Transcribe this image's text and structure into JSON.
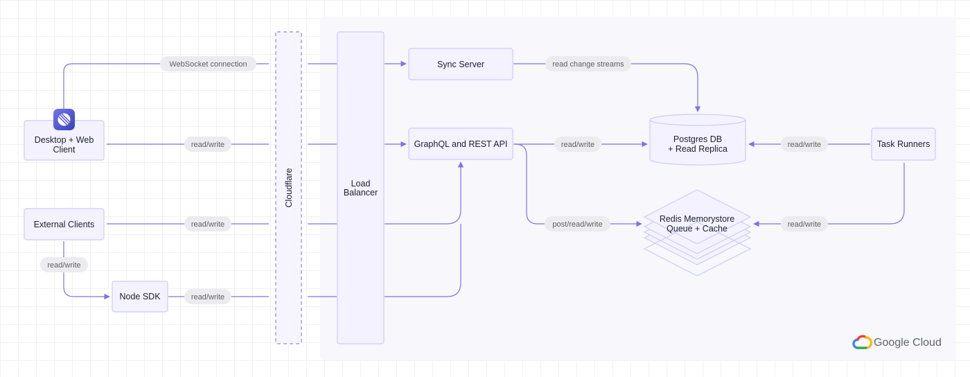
{
  "nodes": {
    "desktop_client": {
      "line1": "Desktop + Web",
      "line2": "Client"
    },
    "external_clients": "External Clients",
    "node_sdk": "Node SDK",
    "cloudflare": "Cloudflare",
    "load_balancer": {
      "line1": "Load",
      "line2": "Balancer"
    },
    "sync_server": "Sync Server",
    "graphql_api": "GraphQL and REST API",
    "postgres": {
      "line1": "Postgres DB",
      "line2": "+ Read Replica"
    },
    "redis": {
      "line1": "Redis Memorystore",
      "line2": "Queue + Cache"
    },
    "task_runners": "Task Runners"
  },
  "edges": {
    "websocket": "WebSocket connection",
    "desktop_rw": "read/write",
    "external_rw": "read/write",
    "external_sdk_rw": "read/write",
    "sdk_rw": "read/write",
    "change_streams": "read change streams",
    "api_postgres_rw": "read/write",
    "api_redis": "post/read/write",
    "runners_postgres_rw": "read/write",
    "runners_redis_rw": "read/write"
  },
  "branding": {
    "google_cloud": "Google Cloud"
  },
  "colors": {
    "connector": "#7d73e6",
    "node_fill": "#f3f2fe",
    "node_border": "#cfcbf4",
    "pill": "#ececef",
    "app_icon": "#5b5fd6"
  }
}
